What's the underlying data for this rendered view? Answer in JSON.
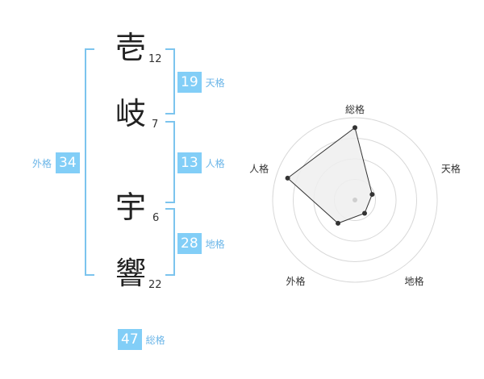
{
  "name": {
    "chars": [
      {
        "char": "壱",
        "strokes": "12"
      },
      {
        "char": "岐",
        "strokes": "7"
      },
      {
        "char": "宇",
        "strokes": "6"
      },
      {
        "char": "響",
        "strokes": "22"
      }
    ]
  },
  "scores": {
    "tenkaku": {
      "value": "19",
      "label": "天格"
    },
    "jinkaku": {
      "value": "13",
      "label": "人格"
    },
    "chikaku": {
      "value": "28",
      "label": "地格"
    },
    "gaikaku": {
      "value": "34",
      "label": "外格"
    },
    "soukaku": {
      "value": "47",
      "label": "総格"
    }
  },
  "colors": {
    "accent": "#82cef7",
    "bracket": "#7cc4ee",
    "label": "#6cb6e8"
  },
  "chart_data": {
    "type": "radar",
    "axes": [
      "総格",
      "天格",
      "地格",
      "外格",
      "人格"
    ],
    "rings": 4,
    "values": [
      0.88,
      0.22,
      0.2,
      0.35,
      0.86
    ],
    "max": 1
  }
}
